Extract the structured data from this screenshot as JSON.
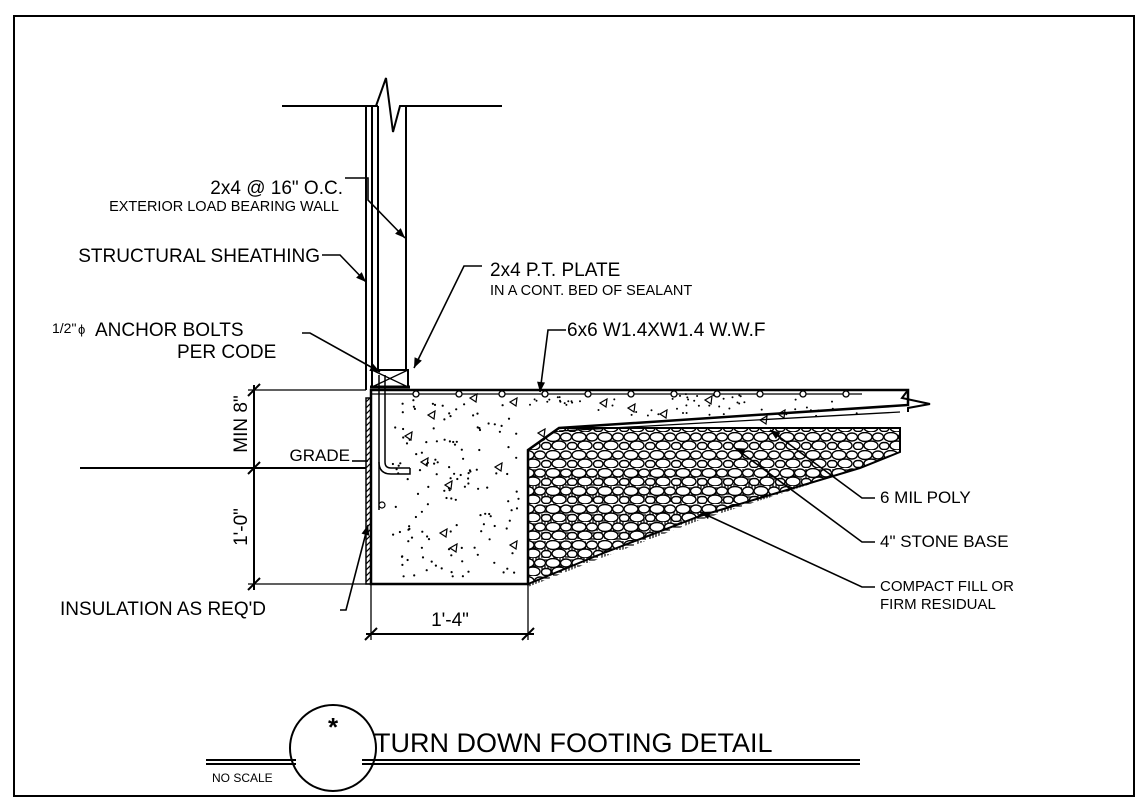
{
  "labels": {
    "stud_size": "2x4 @ 16\" O.C.",
    "wall_type": "EXTERIOR LOAD BEARING WALL",
    "sheathing": "STRUCTURAL SHEATHING",
    "plate_1": "2x4 P.T. PLATE",
    "plate_2": "IN A CONT. BED OF SEALANT",
    "bolt_size": "1/2\"",
    "bolt_symbol": "ϕ",
    "bolt_1": "ANCHOR BOLTS",
    "bolt_2": "PER CODE",
    "mesh": "6x6 W1.4XW1.4 W.W.F",
    "grade": "GRADE",
    "dim_min": "MIN 8\"",
    "dim_depth": "1'-0\"",
    "dim_width": "1'-4\"",
    "poly": "6 MIL POLY",
    "stone": "4\" STONE BASE",
    "fill_1": "COMPACT FILL OR",
    "fill_2": "FIRM RESIDUAL",
    "insulation": "INSULATION AS REQ'D",
    "title": "TURN DOWN FOOTING DETAIL",
    "detail_mark": "*",
    "scale": "NO SCALE"
  }
}
